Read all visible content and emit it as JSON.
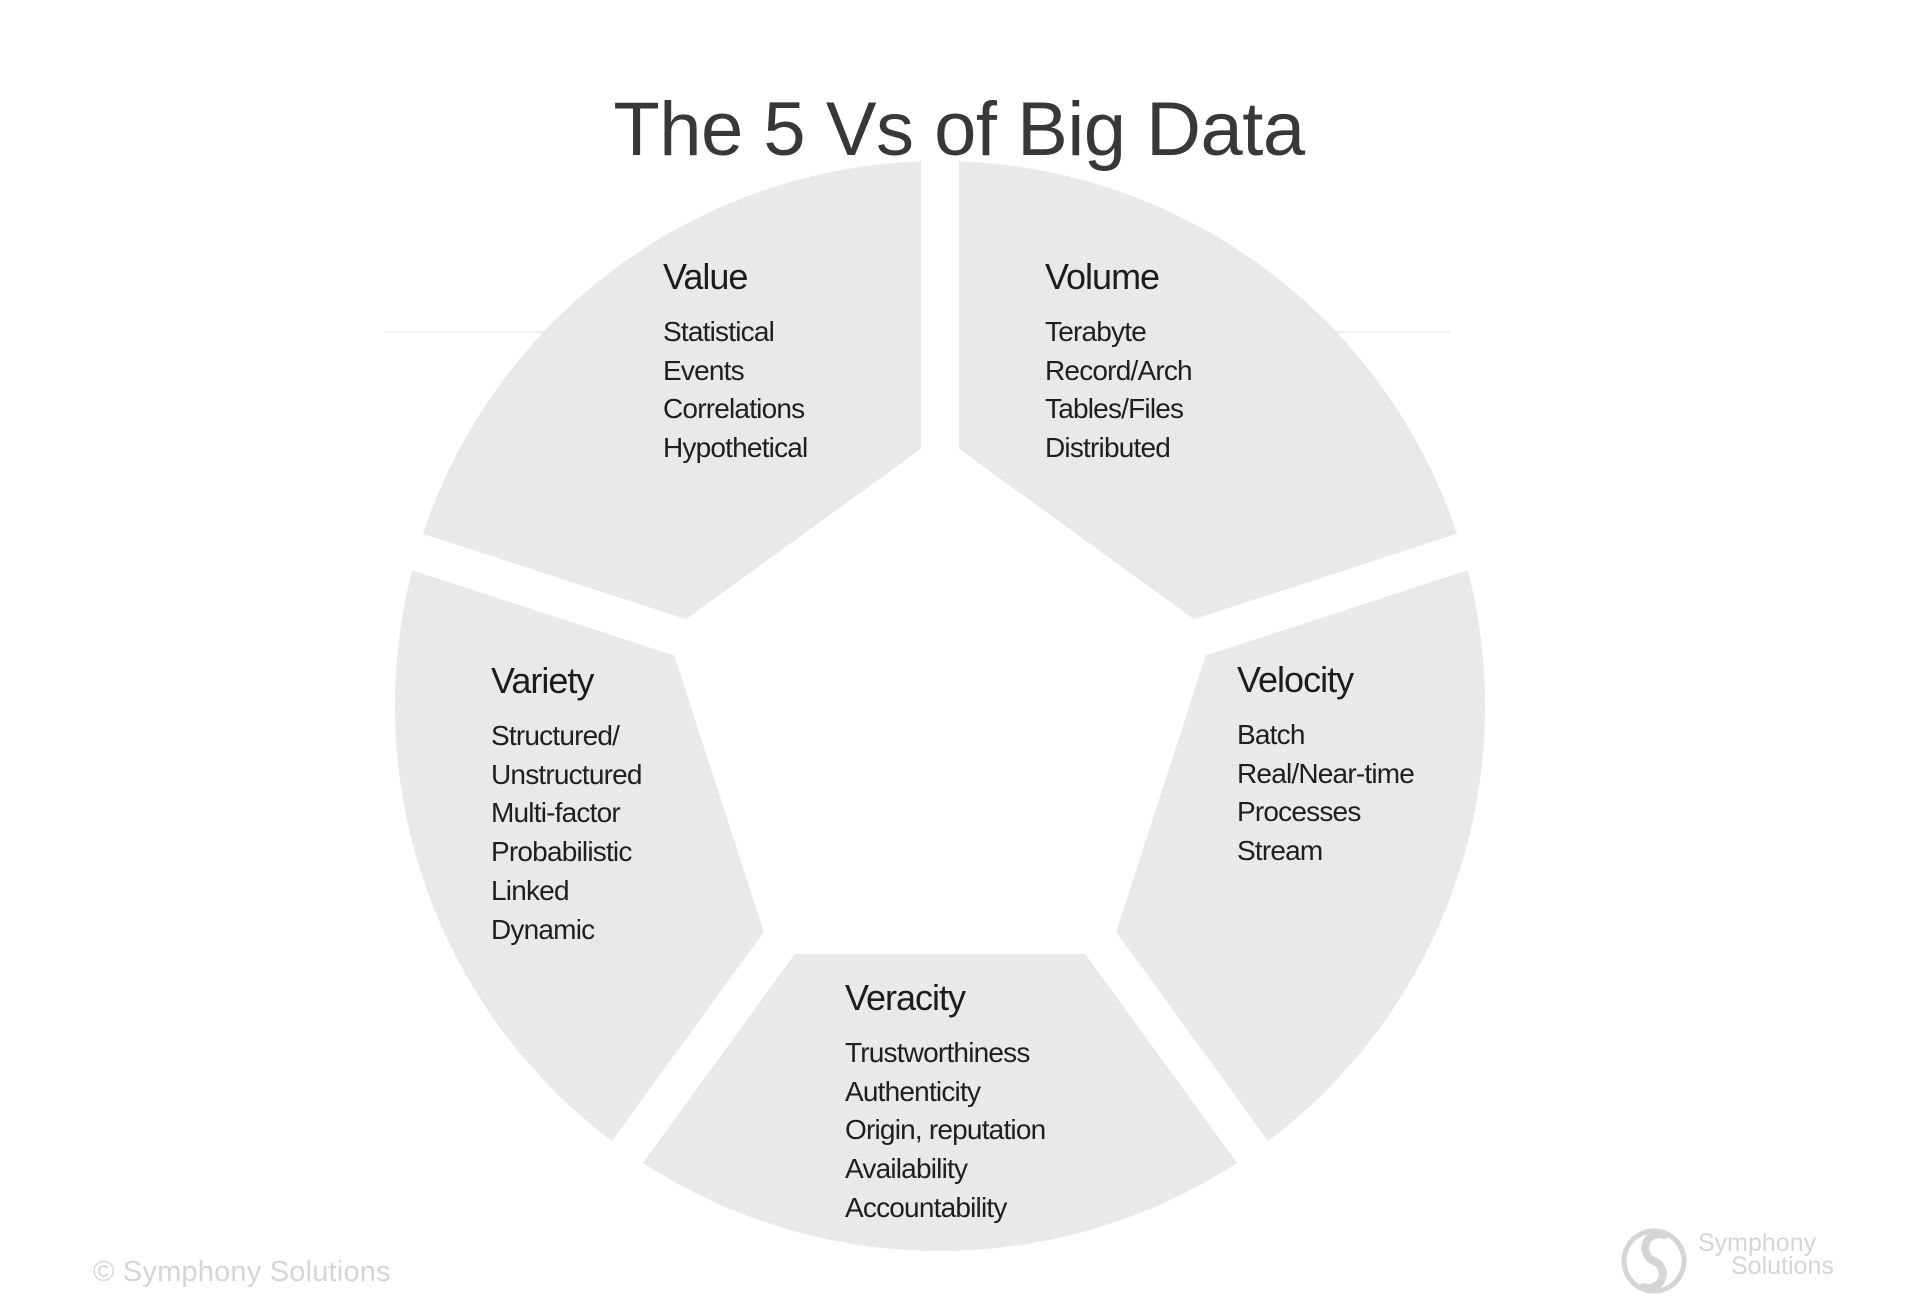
{
  "page": {
    "title": "The 5 Vs of Big Data"
  },
  "diagram": {
    "type": "pentagon-ring",
    "segments": [
      {
        "id": "value",
        "title": "Value",
        "position": "top-left",
        "items": [
          "Statistical",
          "Events",
          "Correlations",
          "Hypothetical"
        ]
      },
      {
        "id": "volume",
        "title": "Volume",
        "position": "top-right",
        "items": [
          "Terabyte",
          "Record/Arch",
          "Tables/Files",
          "Distributed"
        ]
      },
      {
        "id": "velocity",
        "title": "Velocity",
        "position": "right",
        "items": [
          "Batch",
          "Real/Near-time",
          "Processes",
          "Stream"
        ]
      },
      {
        "id": "veracity",
        "title": "Veracity",
        "position": "bottom",
        "items": [
          "Trustworthiness",
          "Authenticity",
          "Origin, reputation",
          "Availability",
          "Accountability"
        ]
      },
      {
        "id": "variety",
        "title": "Variety",
        "position": "left",
        "items": [
          "Structured/",
          "Unstructured",
          "Multi-factor",
          "Probabilistic",
          "Linked",
          "Dynamic"
        ]
      }
    ],
    "colors": {
      "segment_fill": "#e9e9e9",
      "heading": "#1c1c1c",
      "text": "#1f1f1f",
      "title": "#383838",
      "muted": "#d5d5d5",
      "rule": "#f2f2f2",
      "background": "#ffffff"
    }
  },
  "footer": {
    "copyright": "© Symphony Solutions",
    "logo": {
      "line1": "Symphony",
      "line2": "Solutions"
    }
  }
}
